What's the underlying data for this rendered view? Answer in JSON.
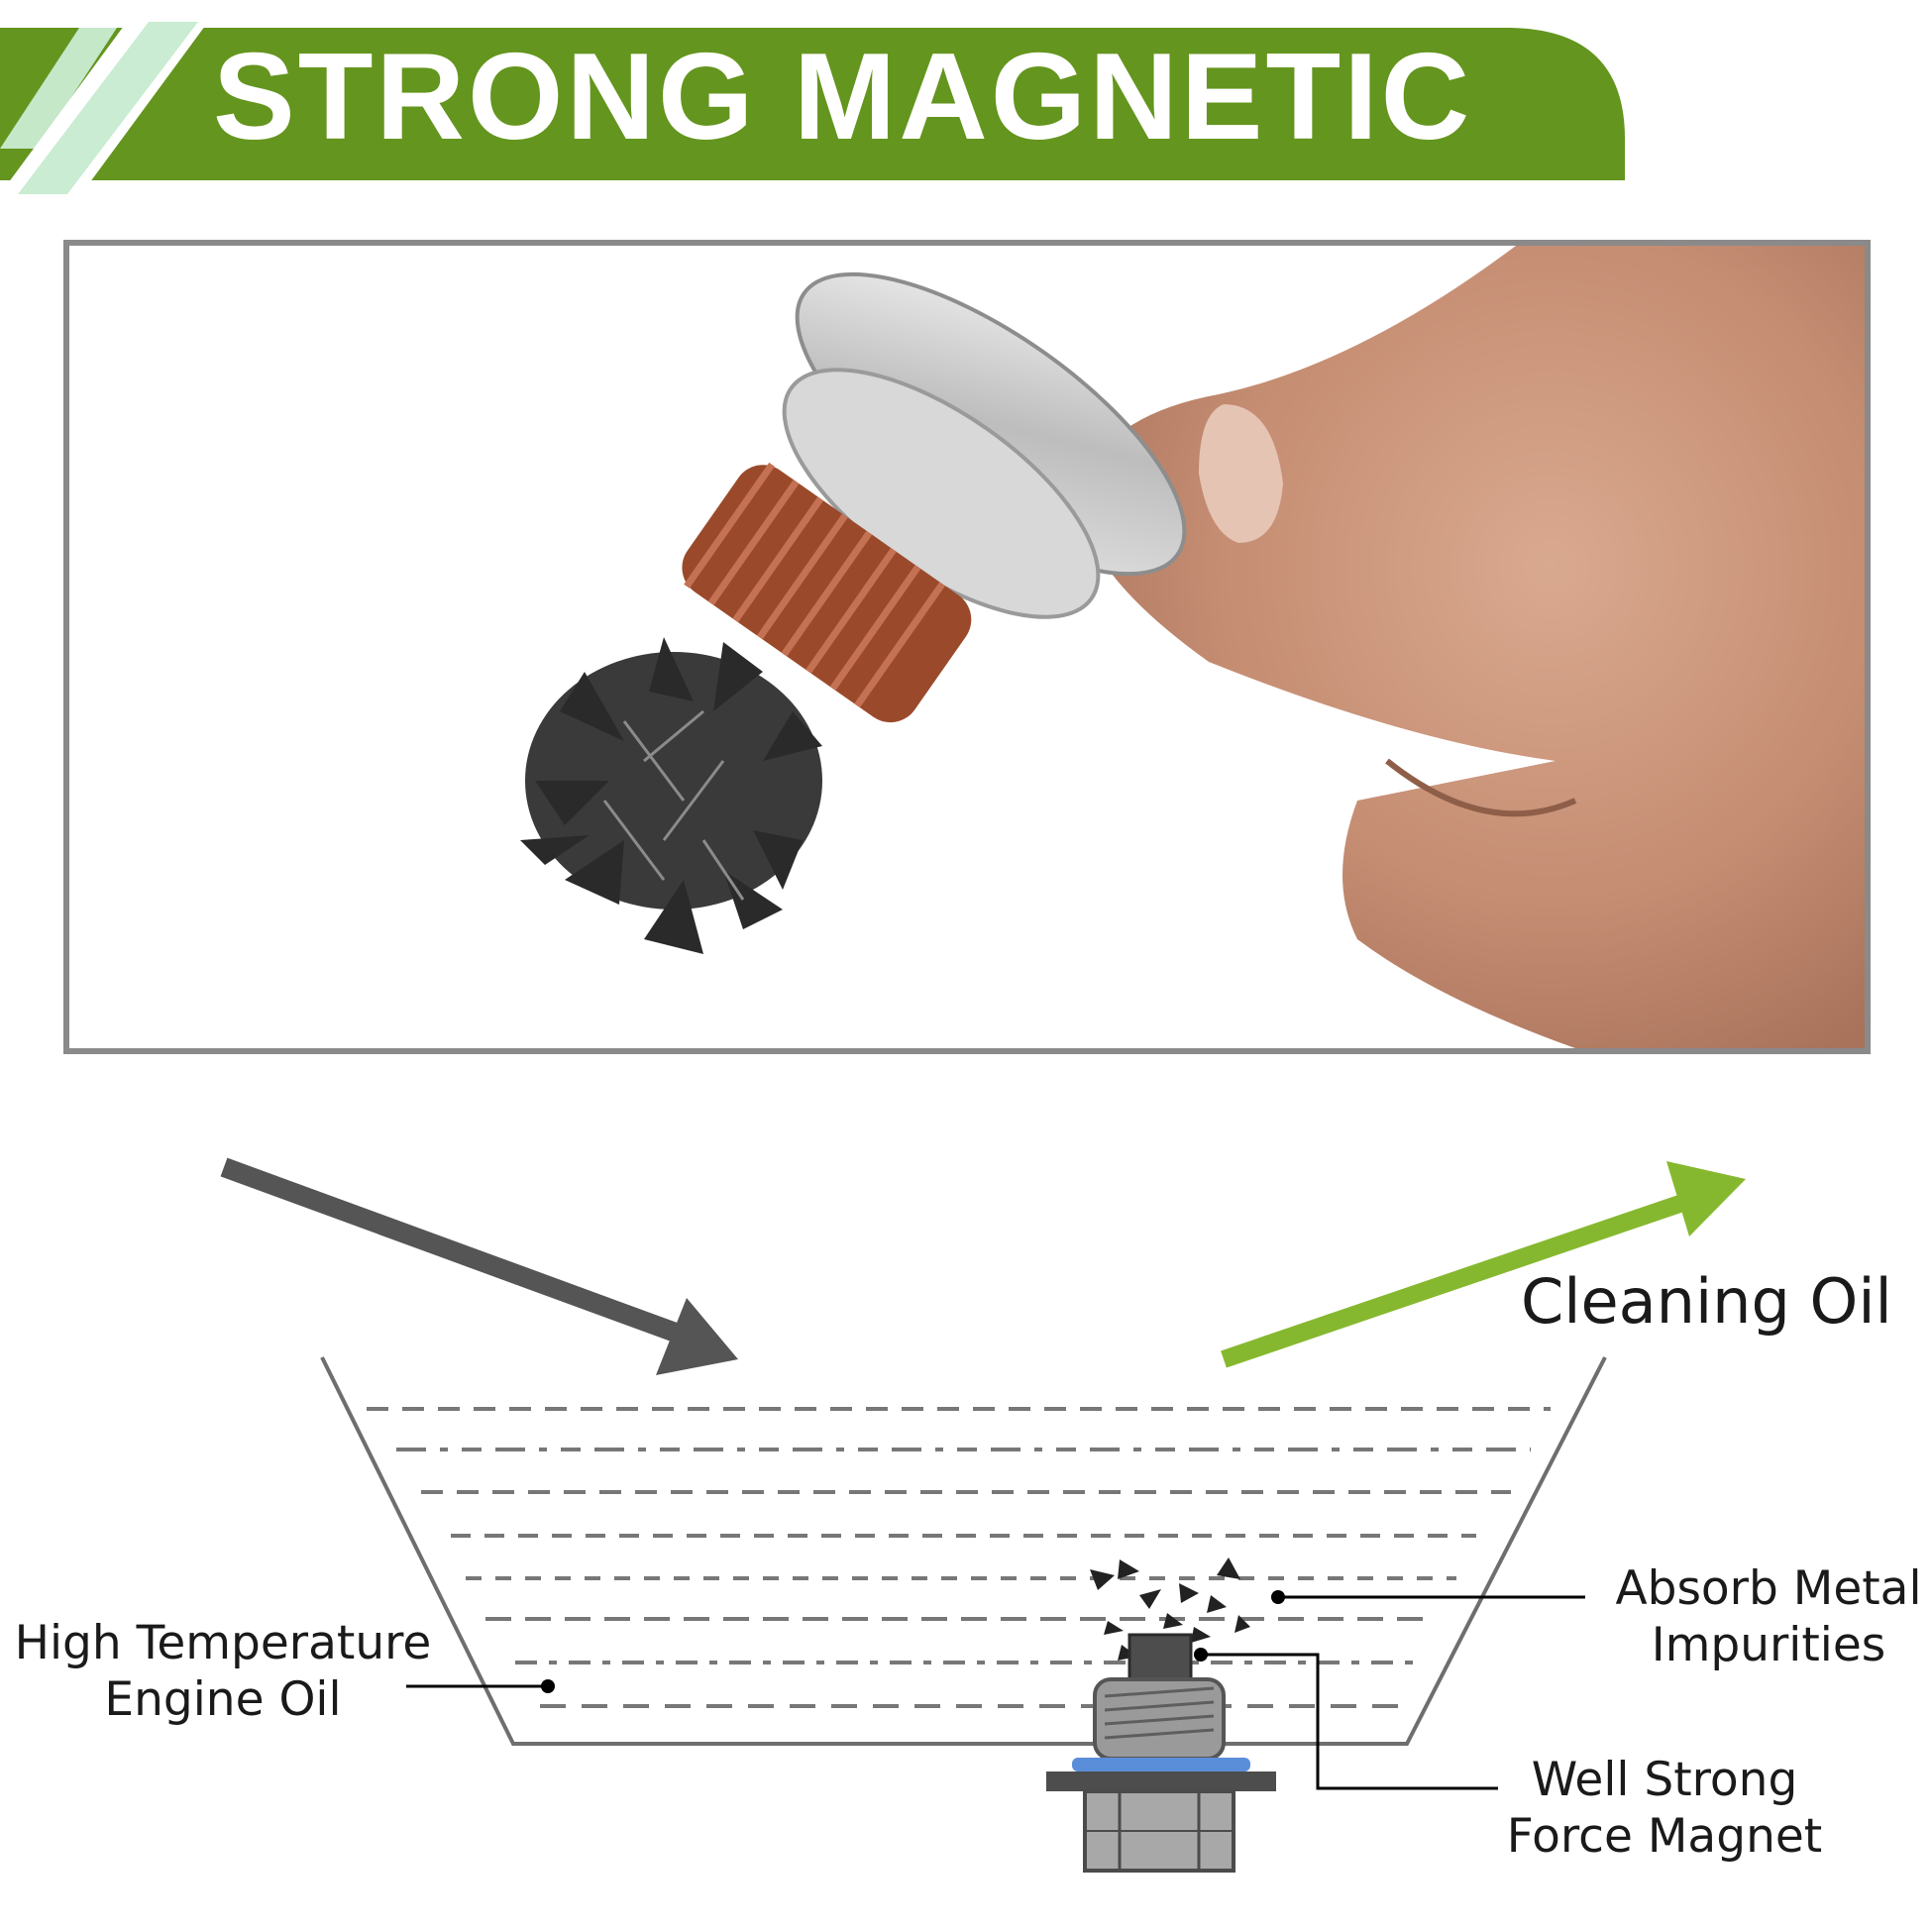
{
  "banner": {
    "title": "STRONG MAGNETIC",
    "color": "#64951e",
    "stripe_color": "#c9ecd2"
  },
  "photo": {
    "subject": "magnetic-drain-plug-with-metal-filings",
    "frame_color": "#8a8a8a"
  },
  "diagram": {
    "inflow_arrow_color": "#555555",
    "outflow_arrow_color": "#86b82f",
    "labels": {
      "cleaning_oil": "Cleaning Oil",
      "high_temp_line1": "High Temperature",
      "high_temp_line2": "Engine Oil",
      "absorb_line1": "Absorb Metal",
      "absorb_line2": "Impurities",
      "magnet_line1": "Well Strong",
      "magnet_line2": "Force Magnet"
    }
  }
}
